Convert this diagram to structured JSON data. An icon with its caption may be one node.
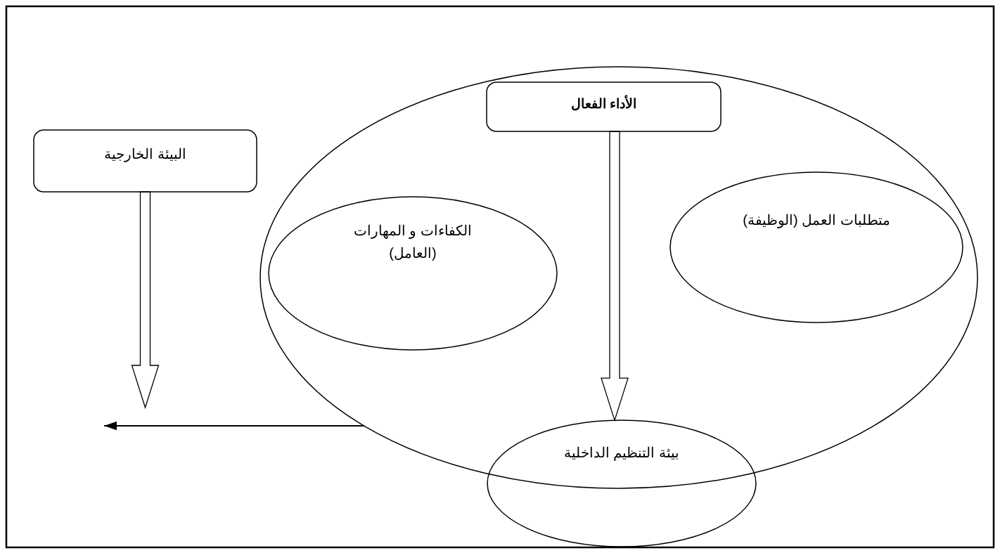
{
  "diagram": {
    "nodes": [
      {
        "text": [],
        "shape": "circle"
      },
      {
        "text": [
          "الأداء الفعال"
        ],
        "in": 0
      },
      {
        "text": [
          "متطلبات العمل  (الوظيفة)"
        ],
        "in": 0
      },
      {
        "text": [
          "الكفاءات و المهارات (العامل)"
        ],
        "in": 0
      },
      {
        "text": [
          "بيئة التنظيم الداخلية"
        ]
      },
      {
        "text": [
          "البيئة الخارجية"
        ]
      }
    ],
    "edges": [
      {
        "from": 1,
        "to": 4,
        "arrow": "to",
        "style": "thick"
      },
      {
        "from": 5,
        "to": null,
        "arrow": "to",
        "style": "thick"
      },
      {
        "from": 0,
        "to": null,
        "arrow": "to"
      }
    ]
  }
}
